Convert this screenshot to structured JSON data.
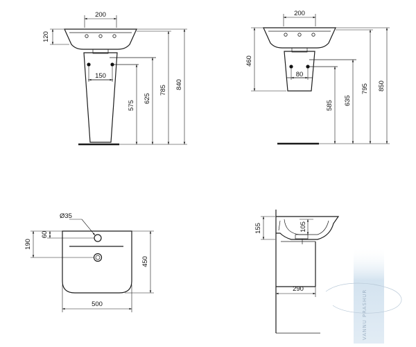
{
  "views": {
    "pedestal_front": {
      "dims": {
        "tap_spacing": "200",
        "bowl_height": "120",
        "drain_spacing": "150",
        "h575": "575",
        "h625": "625",
        "h785": "785",
        "h840": "840"
      }
    },
    "semipedestal_front": {
      "dims": {
        "tap_spacing": "200",
        "h460": "460",
        "drain_spacing": "80",
        "h585": "585",
        "h635": "635",
        "h795": "795",
        "h850": "850"
      }
    },
    "top_view": {
      "dims": {
        "hole_diameter": "Ø35",
        "h190": "190",
        "h60": "60",
        "h450": "450",
        "w500": "500"
      }
    },
    "side_view": {
      "dims": {
        "h155": "155",
        "h105": "105",
        "w290": "290"
      }
    }
  },
  "colors": {
    "line": "#1a1a1a",
    "watermark": "#9fb3c6",
    "watermark_bar": "#cfe0ee"
  },
  "watermark": {
    "icon": "swirl-logo",
    "text": "VANNU PRASHUR"
  }
}
